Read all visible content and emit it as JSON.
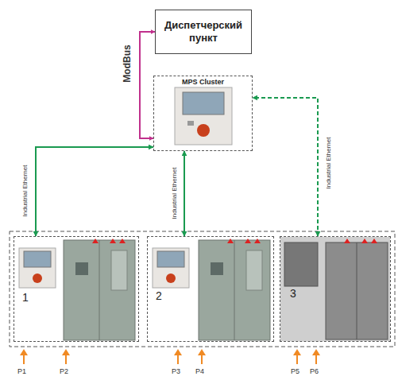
{
  "diagram": {
    "nodes": [
      {
        "text": [
          "Диспетчерский пункт"
        ]
      },
      {
        "text": [
          "MPS Cluster"
        ]
      },
      {
        "text": [
          "1"
        ]
      },
      {
        "text": [
          "2"
        ]
      },
      {
        "text": [
          "3"
        ]
      }
    ],
    "edges": [
      {
        "from": 0,
        "to": 1,
        "arrow": "both",
        "label": "ModBus"
      },
      {
        "from": 2,
        "to": 1,
        "arrow": "both",
        "label": "Industrial Ethernet"
      },
      {
        "from": 3,
        "to": 1,
        "arrow": "both",
        "label": "Industrial Ethernet"
      },
      {
        "from": 4,
        "to": 1,
        "arrow": "both",
        "label": "Industrial Ethernet"
      }
    ],
    "labels": [
      "P1",
      "P2",
      "P3",
      "P4",
      "P5",
      "P6"
    ]
  }
}
